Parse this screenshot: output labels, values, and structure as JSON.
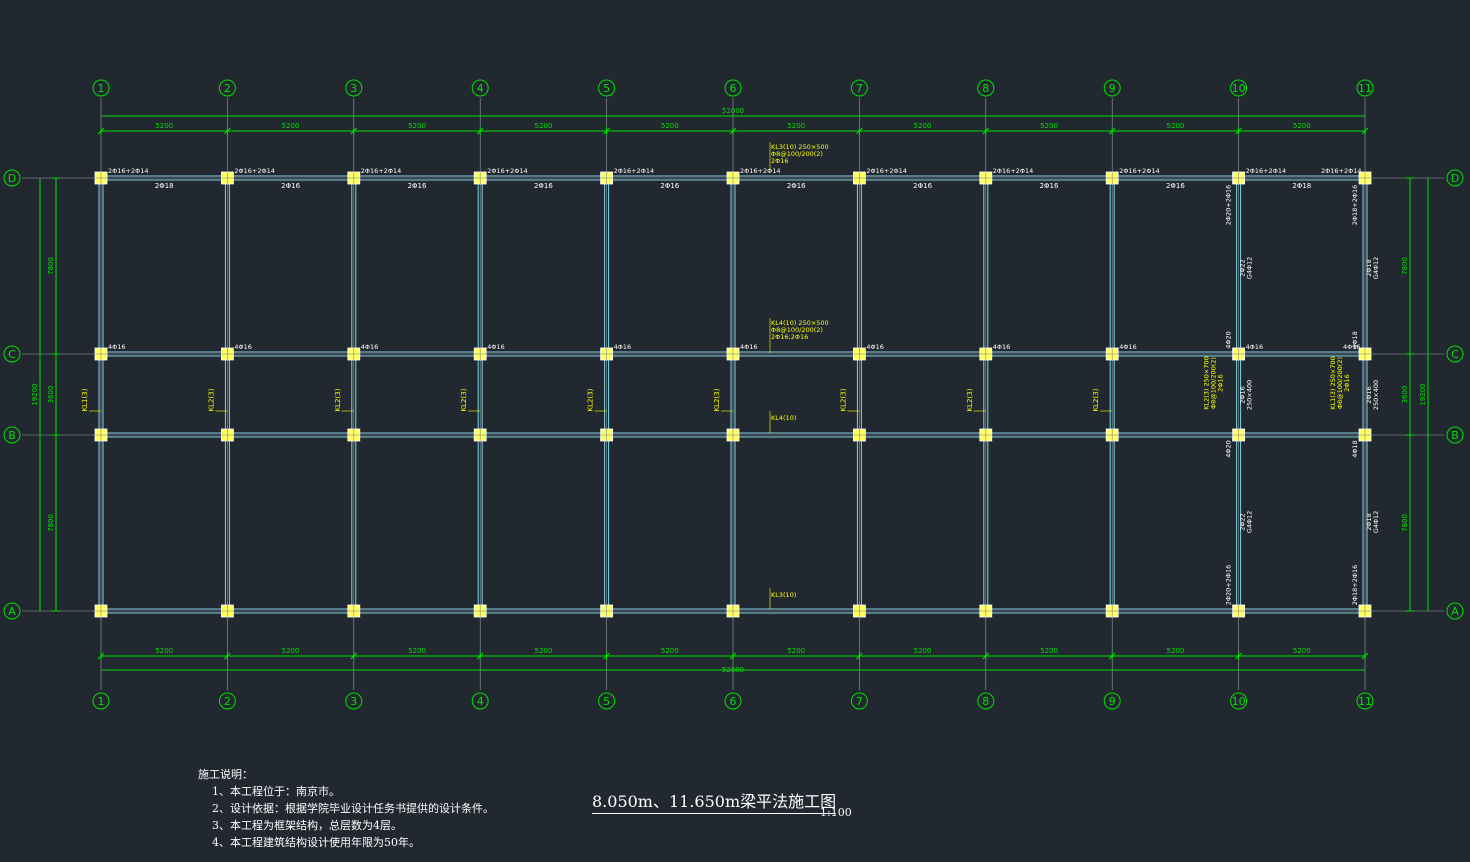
{
  "drawing": {
    "axes_x": [
      "1",
      "2",
      "3",
      "4",
      "5",
      "6",
      "7",
      "8",
      "9",
      "10",
      "11"
    ],
    "axes_y": [
      "D",
      "C",
      "B",
      "A"
    ],
    "span_dims": [
      "5200",
      "5200",
      "5200",
      "5200",
      "5200",
      "5200",
      "5200",
      "5200",
      "5200",
      "5200"
    ],
    "total_dim": "52000",
    "vertical_dims": [
      "7800",
      "3600",
      "7800"
    ],
    "vertical_total": "19200",
    "top_beam_labels": [
      "2Φ16+2Φ14",
      "2Φ16+2Φ14",
      "2Φ16+2Φ14",
      "2Φ16+2Φ14",
      "2Φ16+2Φ14",
      "2Φ16+2Φ14",
      "2Φ16+2Φ14",
      "2Φ16+2Φ14",
      "2Φ16+2Φ14",
      "2Φ16+2Φ14",
      "2Φ16+2Φ14"
    ],
    "top_bottom_bars": [
      "2Φ18",
      "2Φ16",
      "2Φ16",
      "2Φ16",
      "2Φ16",
      "2Φ16",
      "2Φ16",
      "2Φ16",
      "2Φ16",
      "2Φ18"
    ],
    "mid_beam_labels": [
      "4Φ16",
      "4Φ16",
      "4Φ16",
      "4Φ16",
      "4Φ16",
      "4Φ16",
      "4Φ16",
      "4Φ16",
      "4Φ16",
      "4Φ16",
      "4Φ16"
    ],
    "col_beam_labels": [
      "KL1(3)",
      "KL2(3)",
      "KL2(3)",
      "KL2(3)",
      "KL2(3)",
      "KL2(3)",
      "KL2(3)",
      "KL2(3)",
      "KL2(3)"
    ],
    "annotation_top": [
      "KL3(10) 250×500",
      "Φ8@100/200(2)",
      "2Φ16"
    ],
    "annotation_mid": [
      "KL4(10) 250×500",
      "Φ8@100/200(2)",
      "2Φ16;2Φ16"
    ],
    "annotation_b": "KL4(10)",
    "annotation_a": "KL3(10)",
    "right_annotations": [
      "2Φ20+2Φ16",
      "2Φ22",
      "G4Φ12",
      "4Φ20",
      "KL2(3) 250×700",
      "Φ8@100/200(2)",
      "2Φ16",
      "2Φ16",
      "250×400",
      "4Φ20",
      "2Φ20+2Φ16",
      "2Φ18+2Φ16",
      "2Φ18",
      "KL1(3) 250×700",
      "4Φ18"
    ]
  },
  "notes": {
    "heading": "施工说明：",
    "items": [
      "1、本工程位于：南京市。",
      "2、设计依据：根据学院毕业设计任务书提供的设计条件。",
      "3、本工程为框架结构，总层数为4层。",
      "4、本工程建筑结构设计使用年限为50年。"
    ]
  },
  "title": {
    "main": "8.050m、11.650m梁平法施工图",
    "scale": "1:100"
  },
  "colors": {
    "background": "#212830",
    "dimension": "#00e000",
    "beam": "#7fd6e6",
    "column": "#ffff66",
    "annotation": "#ffff00",
    "text": "#ffffff",
    "grid": "#9aa0a6"
  }
}
